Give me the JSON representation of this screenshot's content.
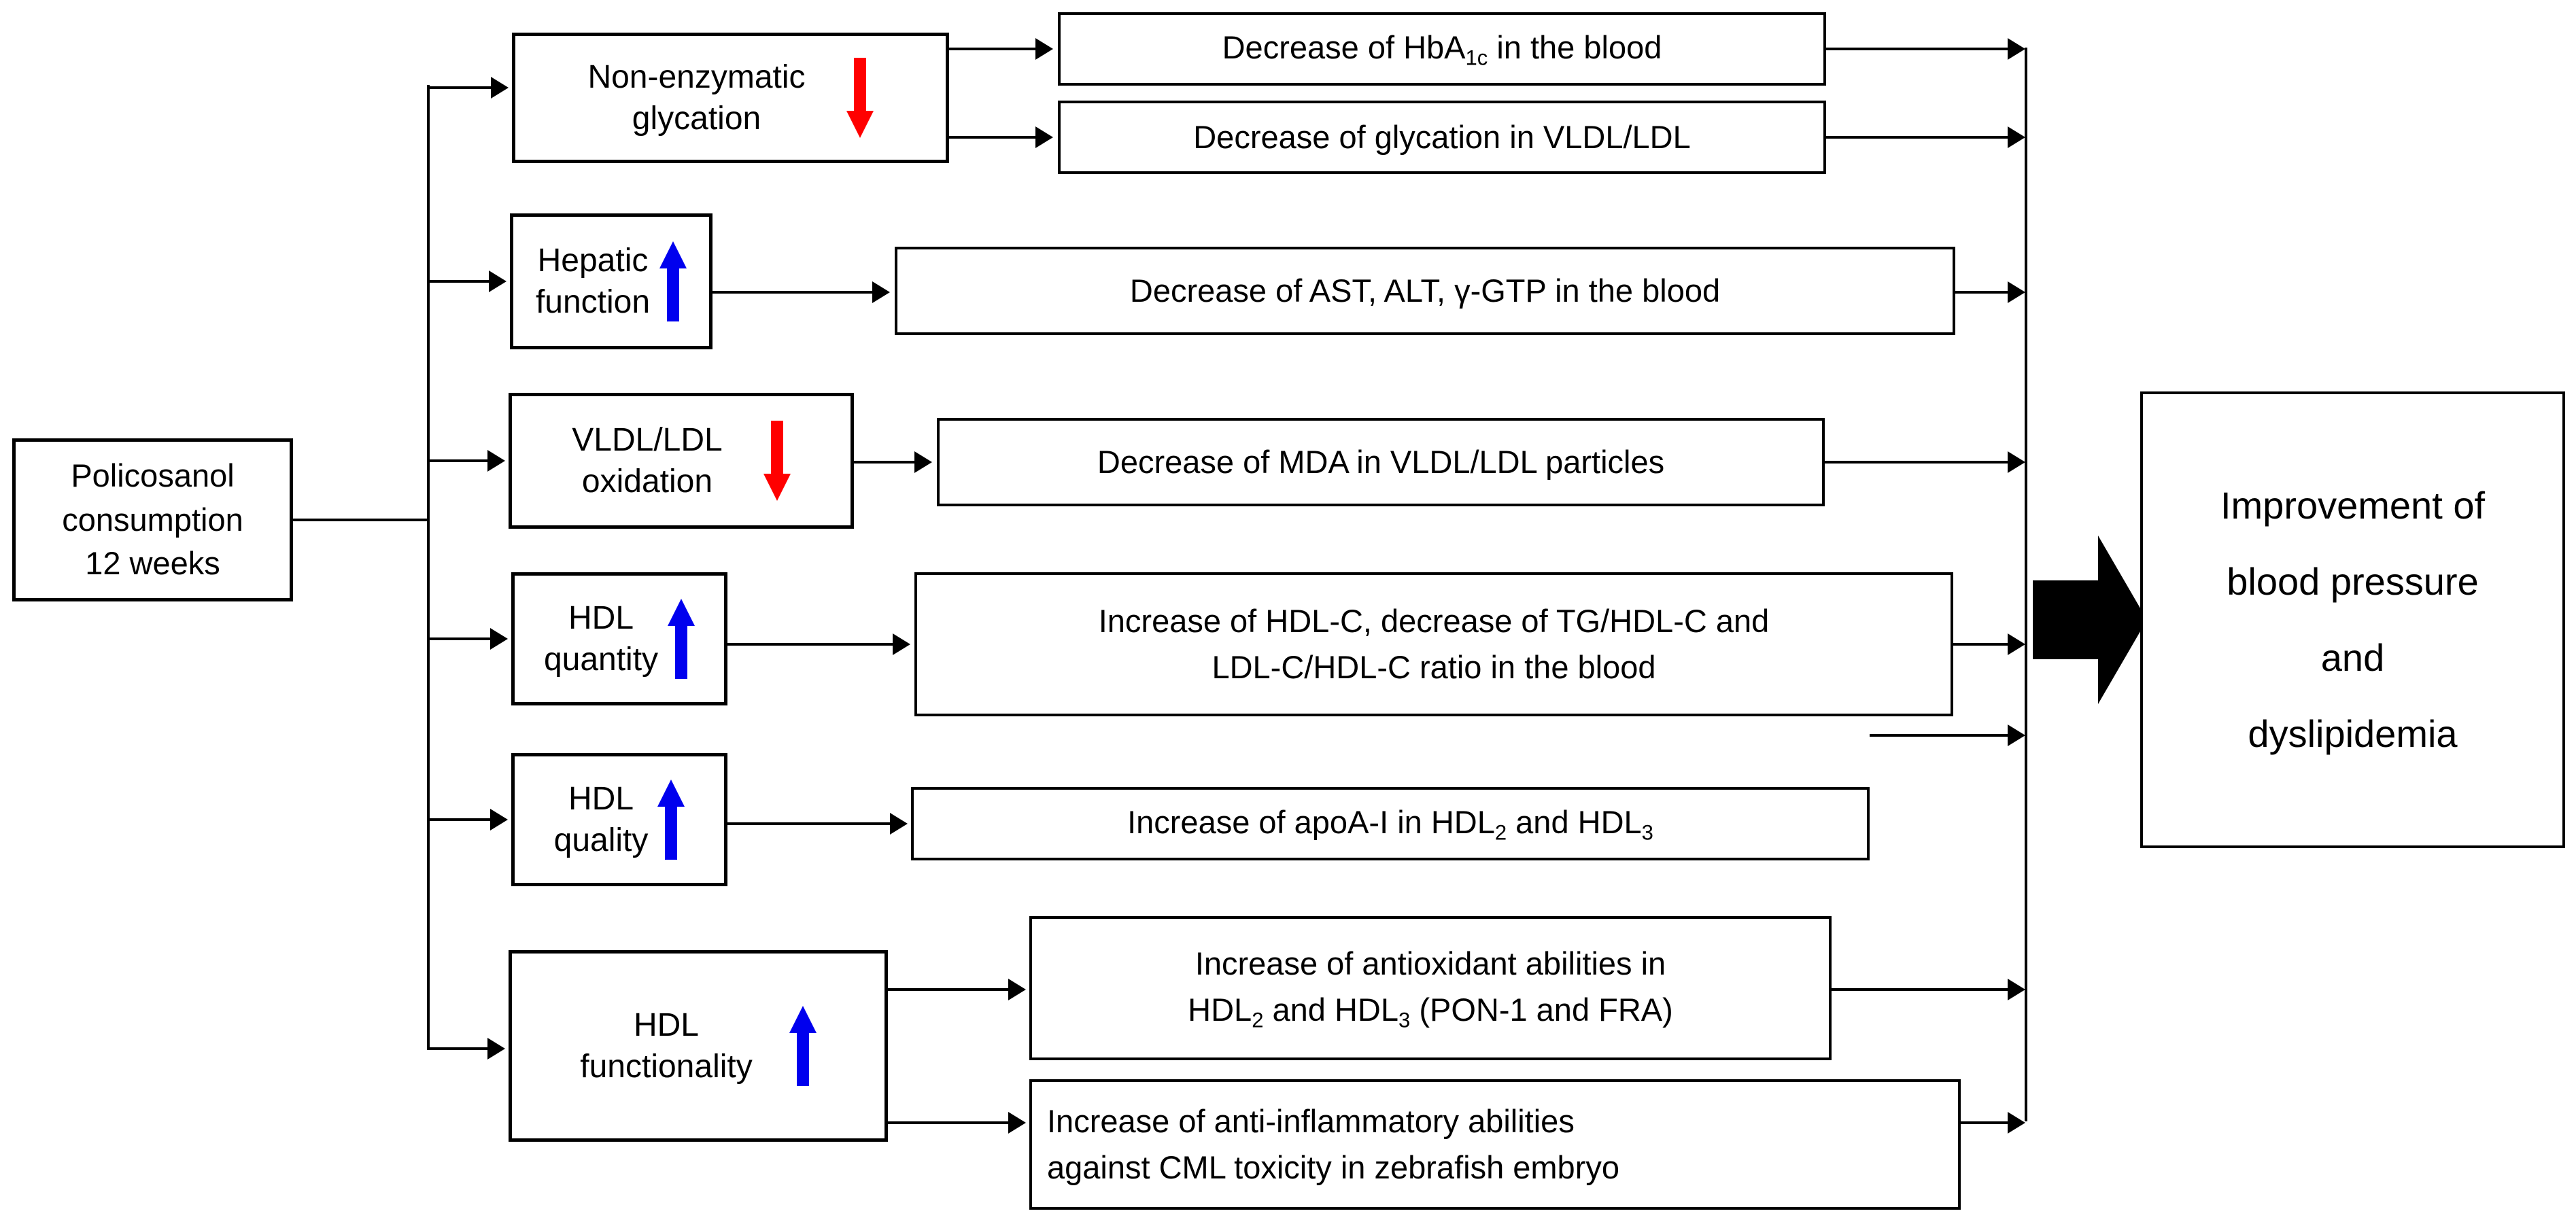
{
  "source": {
    "name": "policosanol-consumption",
    "lines": [
      "Policosanol",
      "consumption",
      "12 weeks"
    ]
  },
  "outcome": {
    "name": "improvement-outcome",
    "lines": [
      "Improvement of",
      "blood pressure",
      "and",
      "dyslipidemia"
    ]
  },
  "mechanisms": [
    {
      "id": "non-enzymatic-glycation",
      "lines": [
        "Non-enzymatic",
        "glycation"
      ],
      "trend": "down",
      "trend_icon": "arrow-down-red-icon",
      "trend_color": "#ff0000"
    },
    {
      "id": "hepatic-function",
      "lines": [
        "Hepatic",
        "function"
      ],
      "trend": "up",
      "trend_icon": "arrow-up-blue-icon",
      "trend_color": "#0000ee"
    },
    {
      "id": "vldl-ldl-oxidation",
      "lines": [
        "VLDL/LDL",
        "oxidation"
      ],
      "trend": "down",
      "trend_icon": "arrow-down-red-icon",
      "trend_color": "#ff0000"
    },
    {
      "id": "hdl-quantity",
      "lines": [
        "HDL",
        "quantity"
      ],
      "trend": "up",
      "trend_icon": "arrow-up-blue-icon",
      "trend_color": "#0000ee"
    },
    {
      "id": "hdl-quality",
      "lines": [
        "HDL",
        "quality"
      ],
      "trend": "up",
      "trend_icon": "arrow-up-blue-icon",
      "trend_color": "#0000ee"
    },
    {
      "id": "hdl-functionality",
      "lines": [
        "HDL",
        "functionality"
      ],
      "trend": "up",
      "trend_icon": "arrow-up-blue-icon",
      "trend_color": "#0000ee"
    }
  ],
  "effects": [
    {
      "id": "hba1c-decrease",
      "from": "non-enzymatic-glycation",
      "line1_pre": "Decrease of HbA",
      "line1_sub": "1c",
      "line1_post": " in the blood",
      "line2": ""
    },
    {
      "id": "glycation-vldl-ldl",
      "from": "non-enzymatic-glycation",
      "line1": "Decrease of glycation in VLDL/LDL"
    },
    {
      "id": "ast-alt-ggtp-decrease",
      "from": "hepatic-function",
      "line1": "Decrease of  AST, ALT, γ-GTP in the blood"
    },
    {
      "id": "mda-decrease",
      "from": "vldl-ldl-oxidation",
      "line1": "Decrease of MDA in VLDL/LDL particles"
    },
    {
      "id": "hdl-c-increase",
      "from": "hdl-quantity",
      "line1": "Increase of HDL-C, decrease of  TG/HDL-C and",
      "line2": "LDL-C/HDL-C ratio in the blood"
    },
    {
      "id": "apoa1-increase",
      "from": "hdl-quality",
      "line1_pre": "Increase of apoA-I in HDL",
      "line1_sub": "2",
      "line1_mid": " and HDL",
      "line1_sub2": "3"
    },
    {
      "id": "antioxidant-increase",
      "from": "hdl-functionality",
      "line1": "Increase of  antioxidant abilities in",
      "line2_pre": "HDL",
      "line2_sub": "2",
      "line2_mid": " and HDL",
      "line2_sub2": "3",
      "line2_post": " (PON-1 and FRA)"
    },
    {
      "id": "anti-inflammatory-increase",
      "from": "hdl-functionality",
      "line1": "Increase of  anti-inflammatory abilities",
      "line2": "against  CML toxicity in zebrafish embryo"
    }
  ],
  "colors": {
    "stroke": "#000000",
    "background": "#ffffff",
    "decrease_arrow": "#ff0000",
    "increase_arrow": "#0000ee"
  },
  "connectors": {
    "source_fanout_icon": "branch-line",
    "spine_icon": "collector-line",
    "terminal_icon": "block-arrow-right-icon"
  }
}
